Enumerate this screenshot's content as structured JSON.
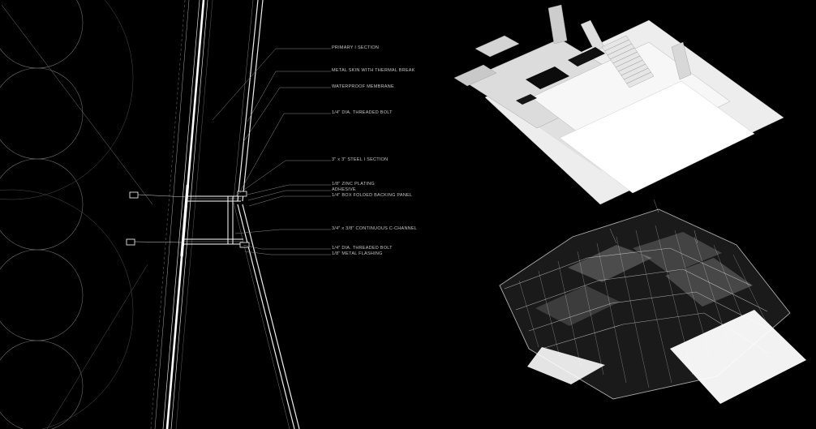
{
  "colors": {
    "background": "#000000",
    "linework": "#ffffff",
    "label_text": "#c6c6c6"
  },
  "detail": {
    "labels": [
      "PRIMARY I SECTION",
      "METAL SKIN WITH THERMAL BREAK",
      "WATERPROOF MEMBRANE",
      "1/4\" DIA. THREADED BOLT",
      "3\" x 3\" STEEL I SECTION",
      "1/8\" ZINC PLATING",
      "ADHESIVE",
      "1/4\" BOX FOLDED BACKING PANEL",
      "3/4\" x 3/8\" CONTINUOUS C-CHANNEL",
      "1/4\" DIA. THREADED BOLT",
      "1/8\" METAL FLASHING"
    ]
  }
}
